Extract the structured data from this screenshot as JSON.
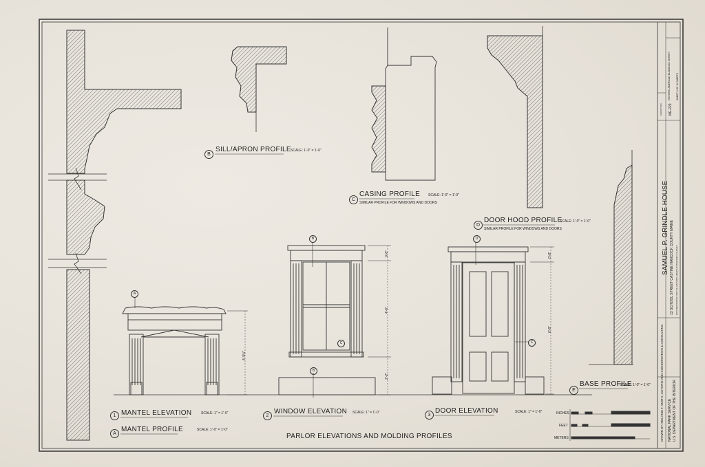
{
  "colors": {
    "paper": "#e9e4dc",
    "ink": "#2a2a2a"
  },
  "sheet_title": "PARLOR ELEVATIONS AND MOLDING PROFILES",
  "profiles": {
    "sill": {
      "letter": "B",
      "title": "SILL/APRON PROFILE",
      "scale": "SCALE: 1'-0\" = 1'-0\""
    },
    "casing": {
      "letter": "C",
      "title": "CASING PROFILE",
      "scale": "SCALE: 1'-0\" = 1'-0\"",
      "note": "SIMILAR PROFILE FOR WINDOWS AND DOORS"
    },
    "door_hood": {
      "letter": "D",
      "title": "DOOR HOOD PROFILE",
      "scale": "SCALE: 1'-0\" = 1'-0\"",
      "note": "SIMILAR PROFILE FOR WINDOWS AND DOORS"
    },
    "base": {
      "letter": "E",
      "title": "BASE PROFILE",
      "scale": "SCALE: 1'-0\" = 1'-0\""
    },
    "mantel": {
      "letter": "A",
      "title": "MANTEL PROFILE",
      "scale": "SCALE: 1'-0\" = 1'-0\""
    }
  },
  "elevations": {
    "mantel": {
      "number": "1",
      "title": "MANTEL ELEVATION",
      "scale": "SCALE: 1\" = 1'-0\""
    },
    "window": {
      "number": "2",
      "title": "WINDOW ELEVATION",
      "scale": "SCALE: 1\" = 1'-0\""
    },
    "door": {
      "number": "3",
      "title": "DOOR ELEVATION",
      "scale": "SCALE: 1\" = 1'-0\""
    }
  },
  "callouts": {
    "a": "A",
    "b": "B",
    "c": "C",
    "d": "D"
  },
  "dims": {
    "mantel_h": "4'-5½\"",
    "window_top": "0'-8\"",
    "window_mid": "4'-6\"",
    "window_bot": "2'-2\"",
    "door_top": "0'-8\"",
    "door_mid": "6'-8\""
  },
  "scale_bar": {
    "inches": "INCHES",
    "feet": "FEET",
    "meters": "METERS"
  },
  "title_block": {
    "building": "SAMUEL P. GRINDLE HOUSE",
    "address": "13 SCHOOL STREET   CASTINE   HANCOCK COUNTY   MAINE",
    "credit_note": "DOCUMENTATION FOR THE HISTORIC AMERICAN BUILDINGS SURVEY",
    "drawn_by": "DRAWN BY: MELANIE T. SMITH, GUTHRIE AND CONSERVATION & CONSULTING",
    "agency1": "NATIONAL PARK SERVICE",
    "agency2": "U.S. DEPARTMENT OF THE INTERIOR",
    "survey": "HISTORIC AMERICAN BUILDINGS SURVEY",
    "sheet": "SHEET 6 OF 10 SHEETS",
    "survey_no": "ME-229",
    "survey_no_label": "SURVEY NO."
  }
}
